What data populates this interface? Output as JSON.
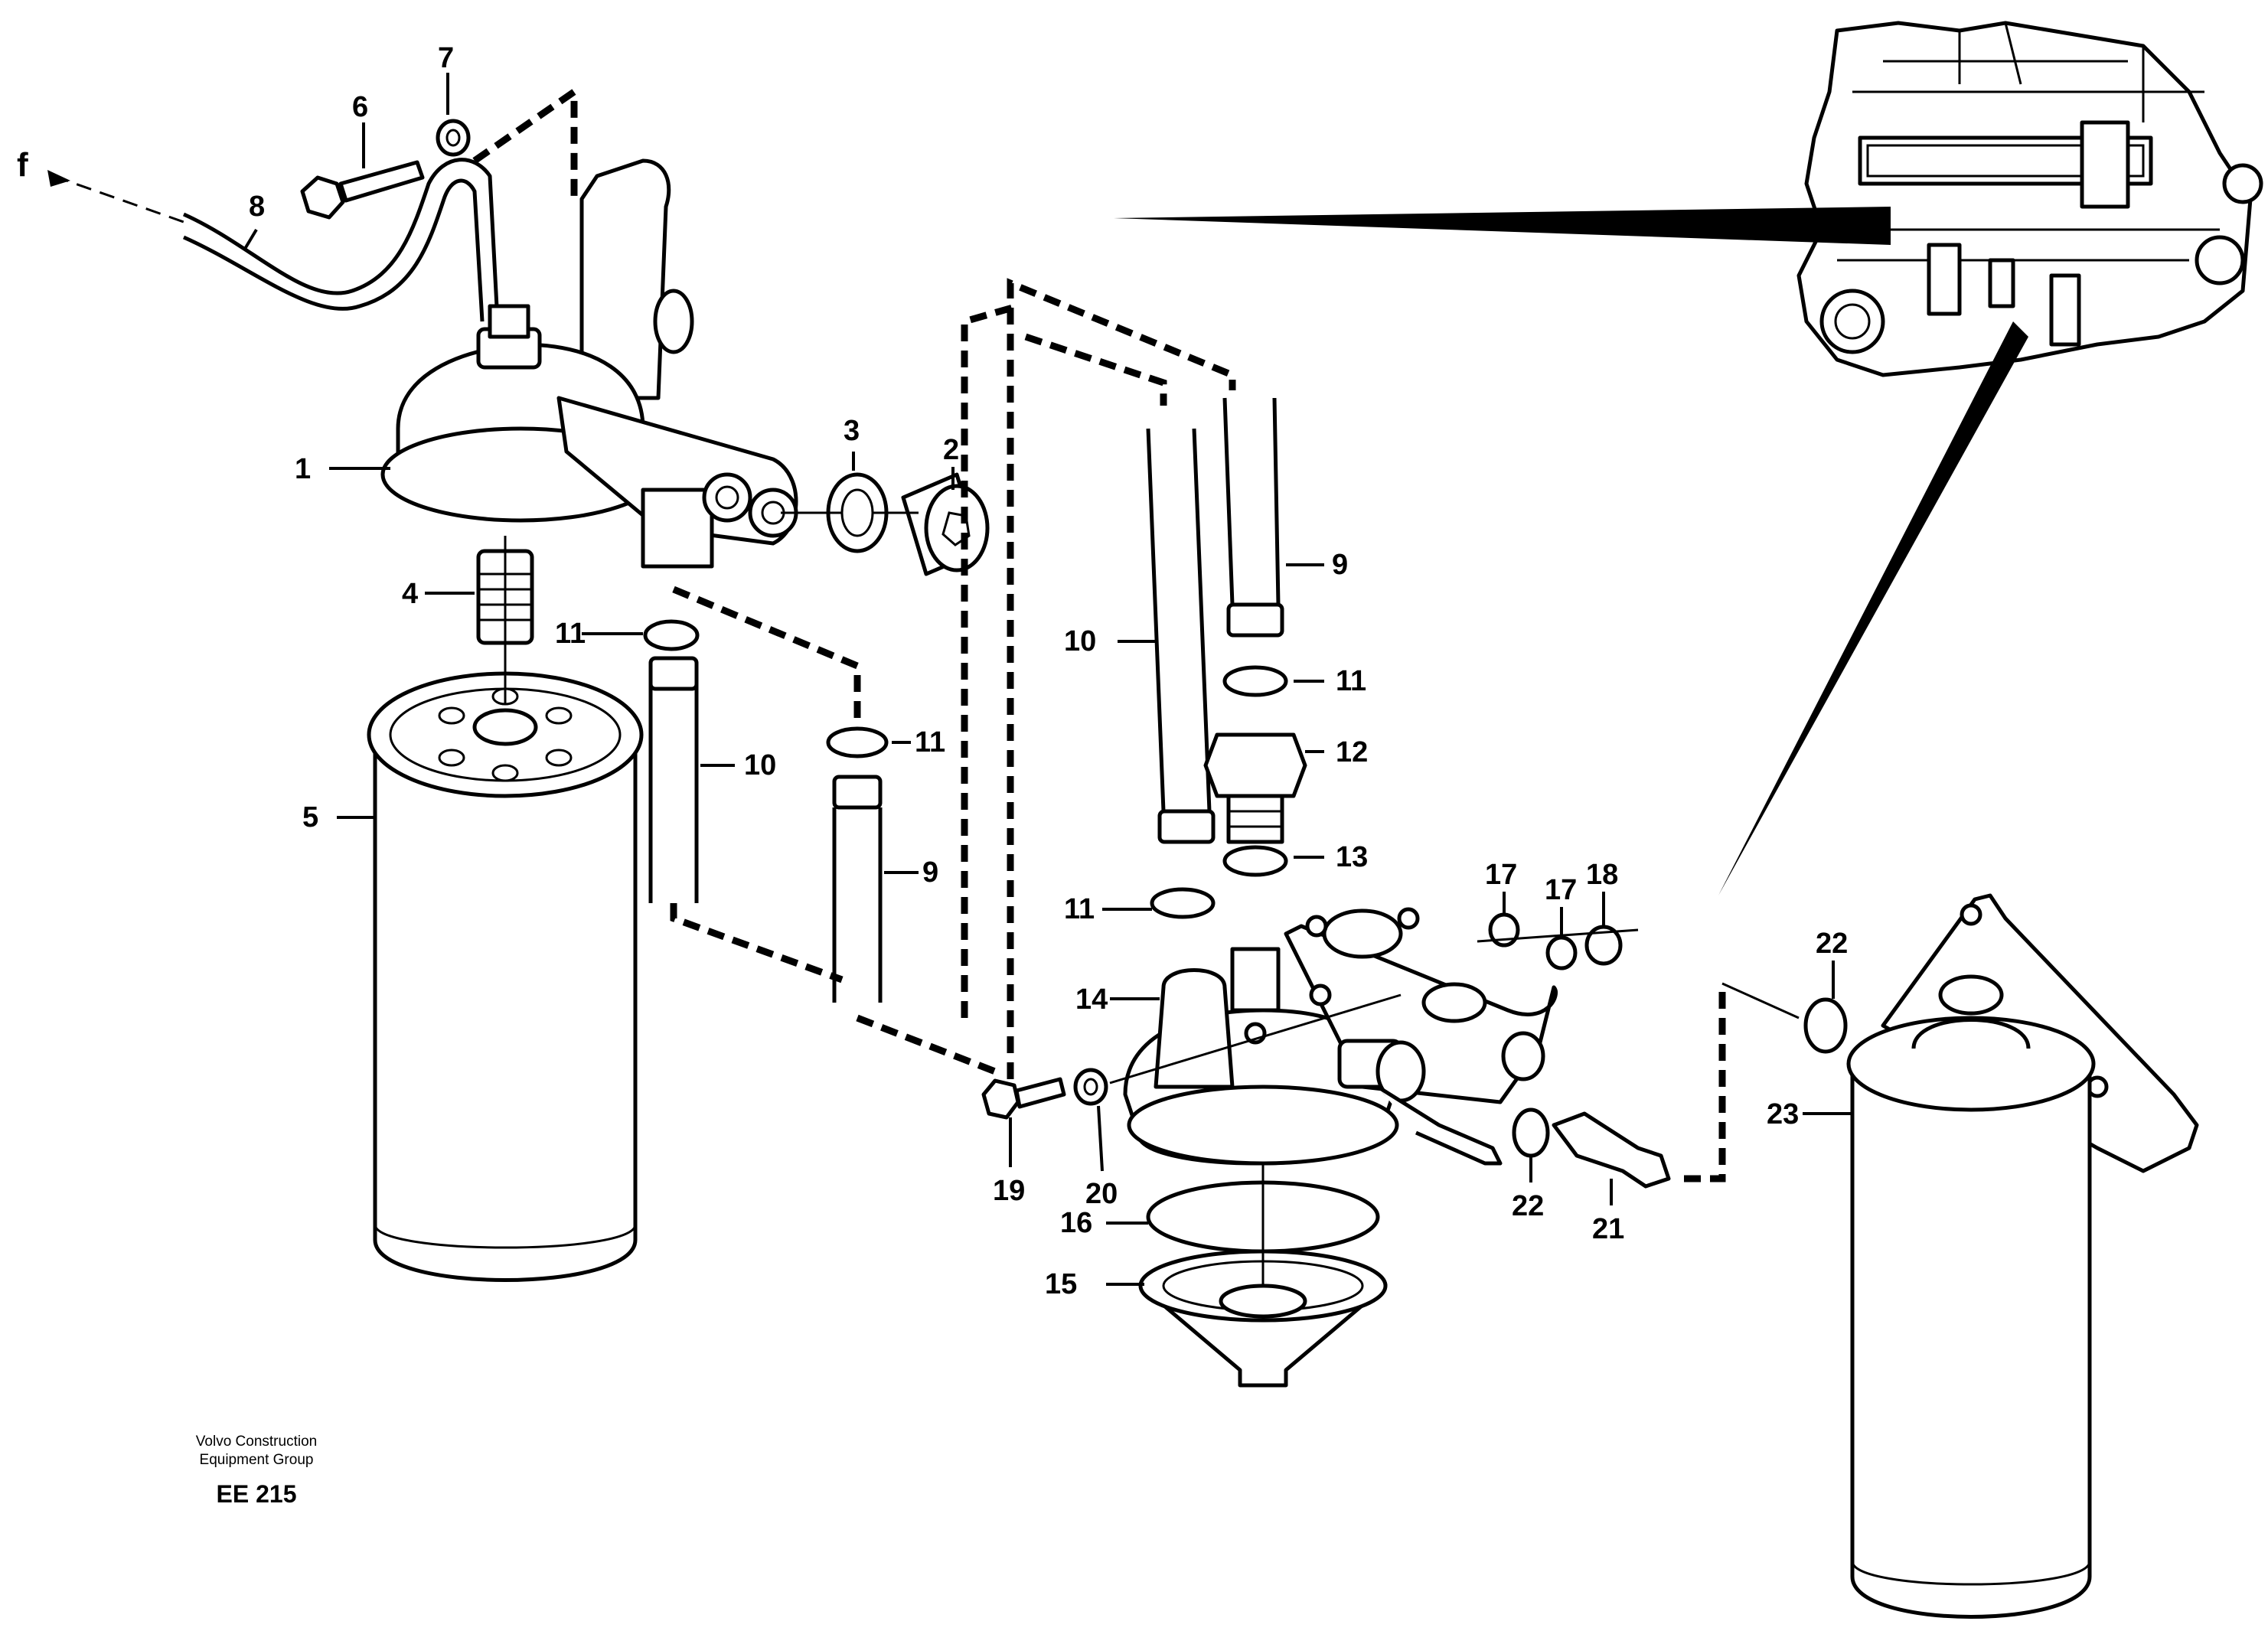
{
  "callouts": {
    "c1": "1",
    "c2": "2",
    "c3": "3",
    "c4": "4",
    "c5": "5",
    "c6": "6",
    "c7": "7",
    "c8": "8",
    "c9a": "9",
    "c9b": "9",
    "c10a": "10",
    "c10b": "10",
    "c11a": "11",
    "c11b": "11",
    "c11c": "11",
    "c11d": "11",
    "c12": "12",
    "c13": "13",
    "c14": "14",
    "c15": "15",
    "c16": "16",
    "c17a": "17",
    "c17b": "17",
    "c18": "18",
    "c19": "19",
    "c20": "20",
    "c21": "21",
    "c22a": "22",
    "c22b": "22",
    "c23": "23",
    "f": "f"
  },
  "footer": {
    "org_line1": "Volvo Construction",
    "org_line2": "Equipment Group",
    "code": "EE 215"
  }
}
